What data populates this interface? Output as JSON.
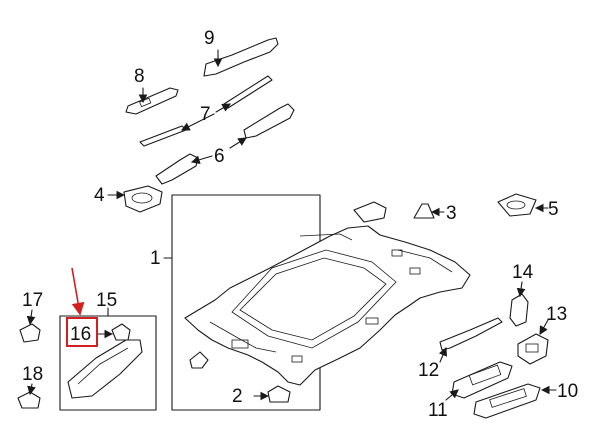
{
  "callouts": {
    "c1": "1",
    "c2": "2",
    "c3": "3",
    "c4": "4",
    "c5": "5",
    "c6": "6",
    "c7": "7",
    "c8": "8",
    "c9": "9",
    "c10": "10",
    "c11": "11",
    "c12": "12",
    "c13": "13",
    "c14": "14",
    "c15": "15",
    "c16": "16",
    "c17": "17",
    "c18": "18"
  },
  "colors": {
    "line": "#1a1a1a",
    "highlight_box": "#d21f1f",
    "highlight_arrow": "#d21f1f"
  },
  "highlighted_callout": "16"
}
